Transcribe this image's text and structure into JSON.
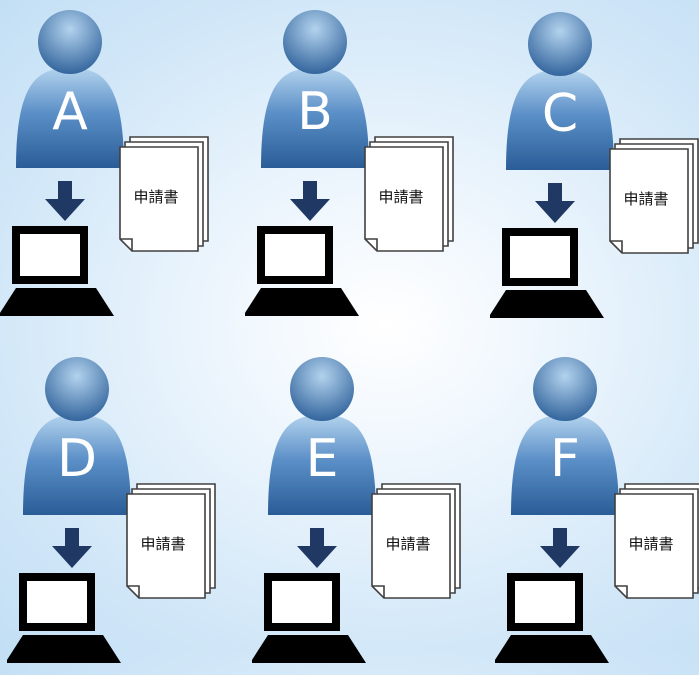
{
  "colors": {
    "person_light": "#b3d3ee",
    "person_dark": "#2a5d97",
    "arrow": "#1f3864",
    "laptop": "#000000",
    "document_border": "#404040"
  },
  "units": [
    {
      "letter": "A",
      "document_label": "申請書"
    },
    {
      "letter": "B",
      "document_label": "申請書"
    },
    {
      "letter": "C",
      "document_label": "申請書"
    },
    {
      "letter": "D",
      "document_label": "申請書"
    },
    {
      "letter": "E",
      "document_label": "申請書"
    },
    {
      "letter": "F",
      "document_label": "申請書"
    }
  ],
  "icons": [
    "person-icon",
    "down-arrow-icon",
    "laptop-icon",
    "document-stack-icon"
  ]
}
